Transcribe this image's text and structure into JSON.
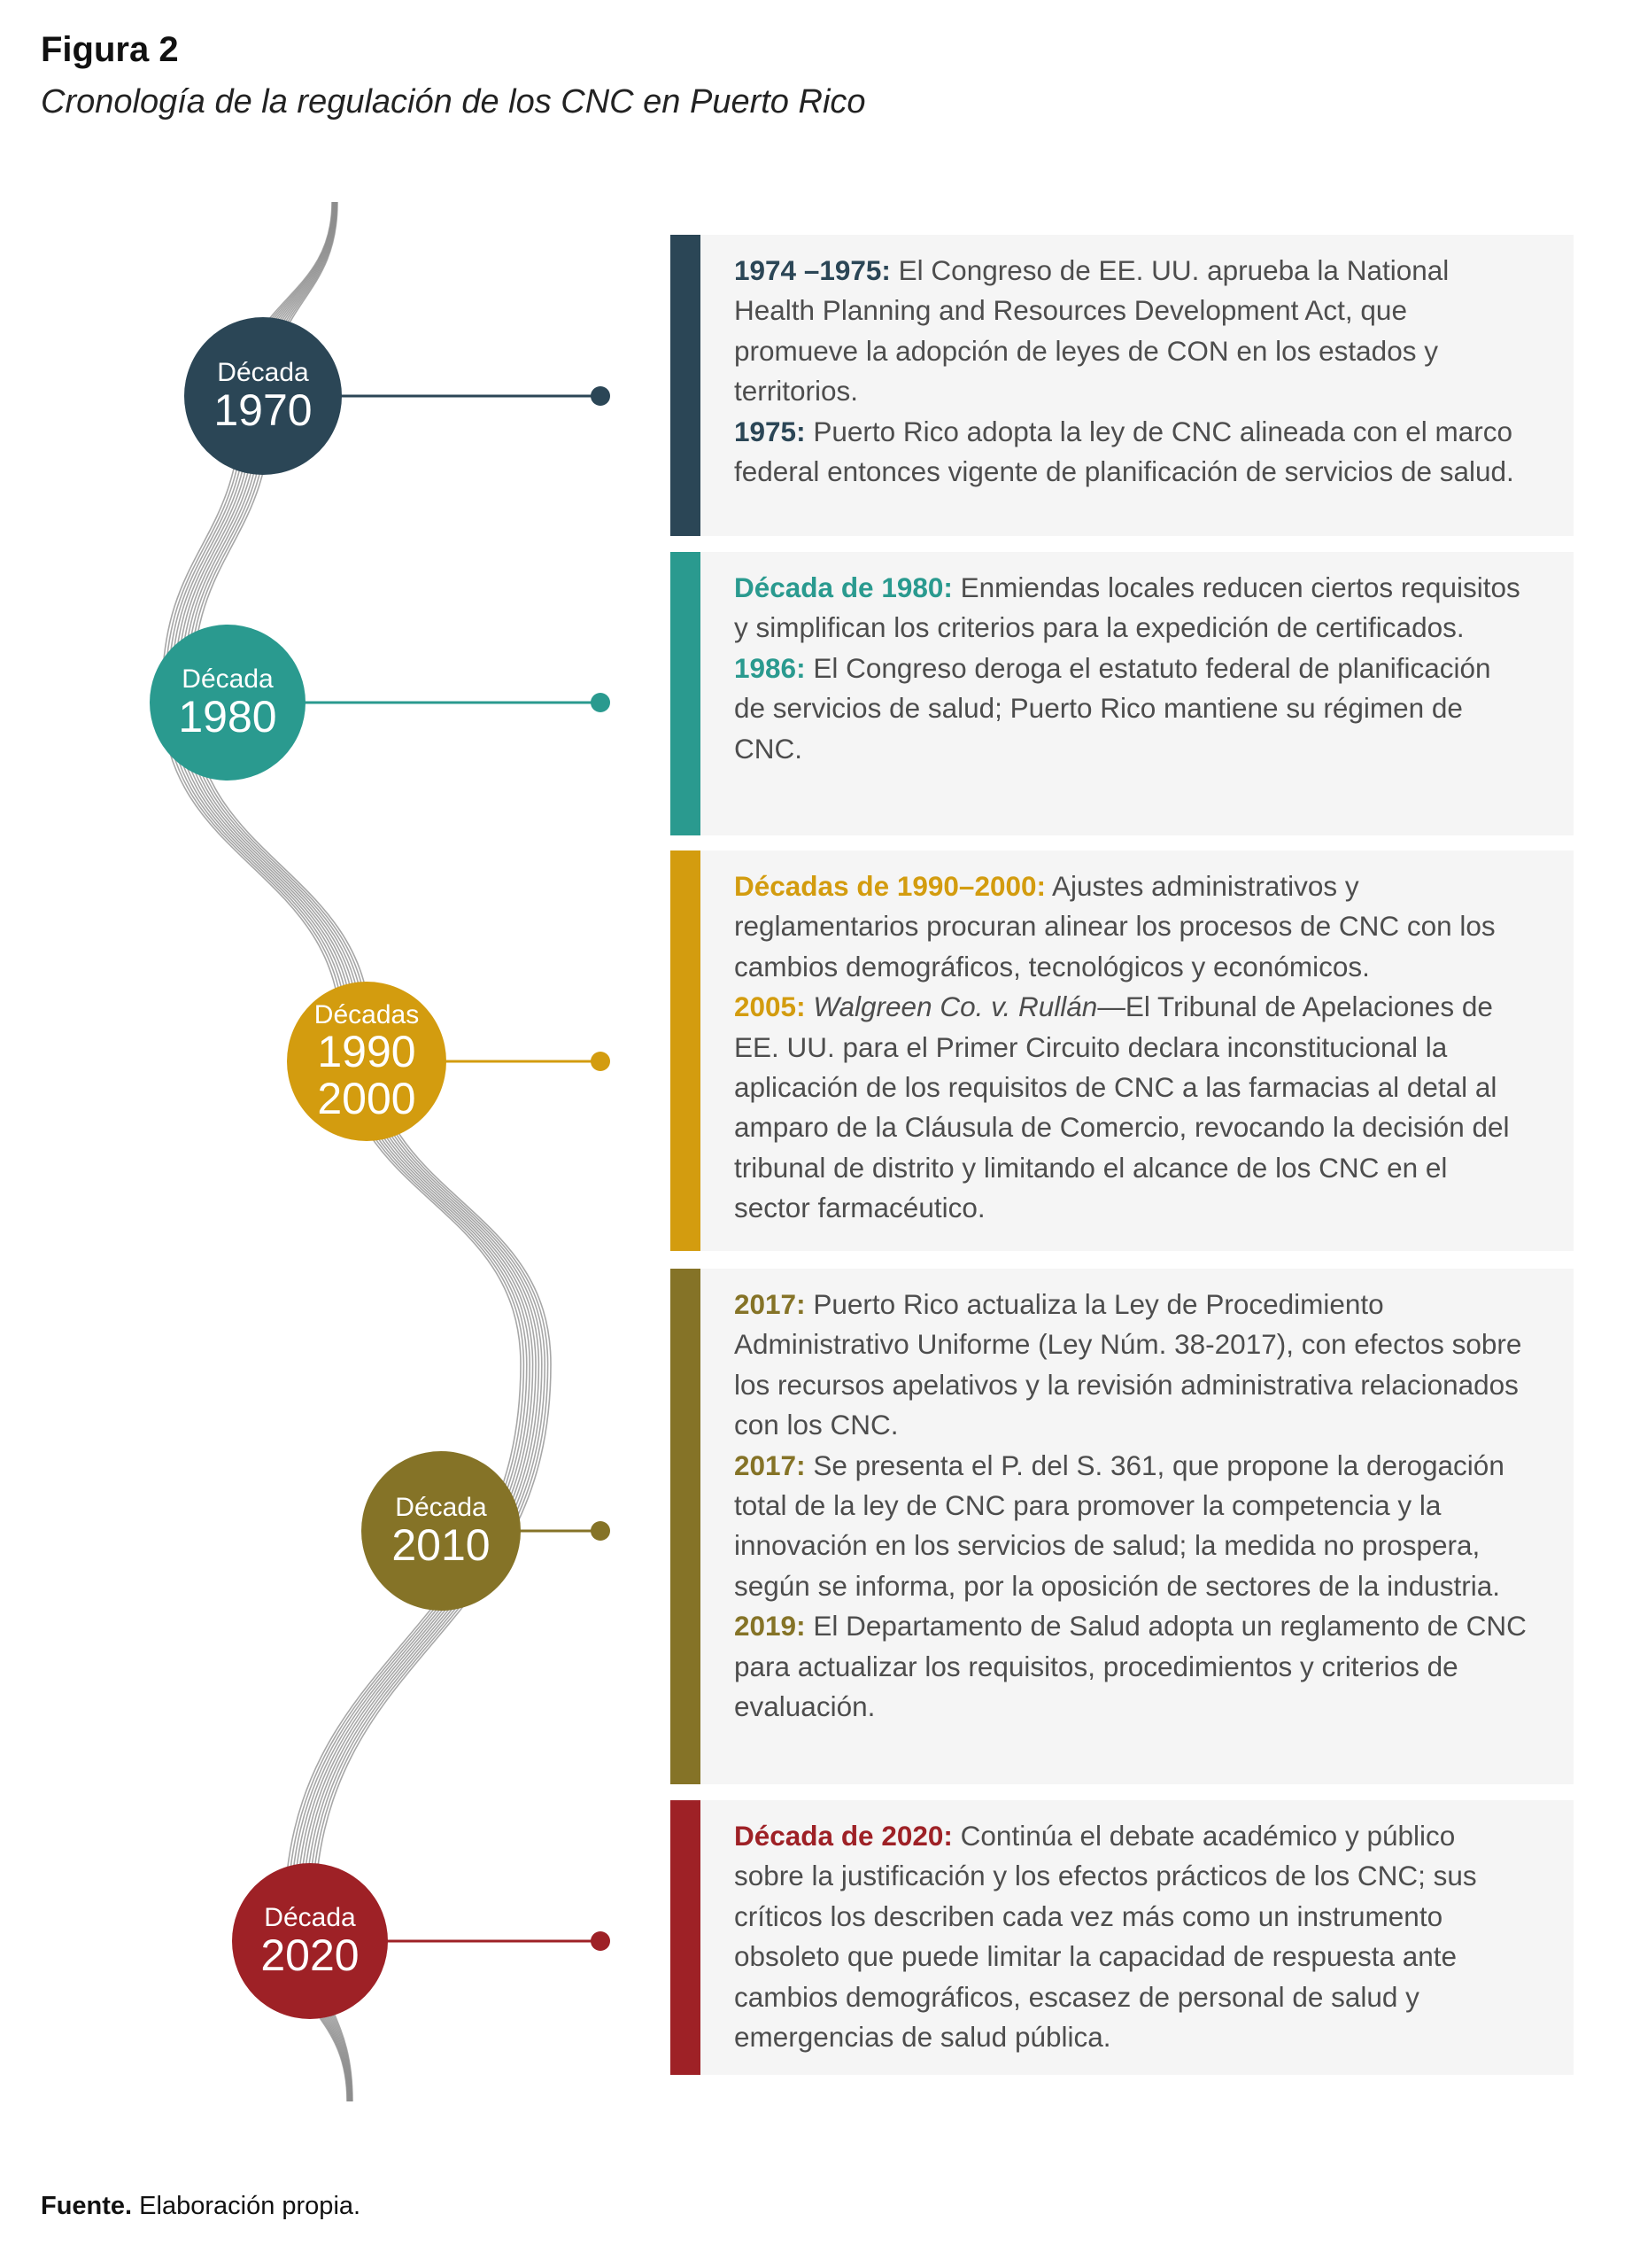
{
  "figure": {
    "title": "Figura 2",
    "subtitle": "Cronología de la regulación de los CNC en Puerto Rico"
  },
  "colors": {
    "d1970": "#2b4656",
    "d1980": "#2a9a8f",
    "d1990": "#d39c0f",
    "d2010": "#857327",
    "d2020": "#9e2126",
    "spine": "#8a8a8a",
    "panel_bg": "#f5f5f5",
    "body_text": "#4d4d4d"
  },
  "decades": [
    {
      "label": "Década",
      "year": "1970"
    },
    {
      "label": "Década",
      "year": "1980"
    },
    {
      "label": "Décadas",
      "year": "1990",
      "year2": "2000"
    },
    {
      "label": "Década",
      "year": "2010"
    },
    {
      "label": "Década",
      "year": "2020"
    }
  ],
  "panels": [
    {
      "entries": [
        {
          "key": "1974 –1975:",
          "text": " El Congreso de EE. UU. aprueba la National Health Planning and Resources Development Act, que promueve la adopción de leyes de CON en los estados y territorios."
        },
        {
          "key": "1975:",
          "text": " Puerto Rico adopta la ley de CNC alineada con el marco federal entonces vigente de planificación de servicios de salud."
        }
      ]
    },
    {
      "entries": [
        {
          "key": "Década de 1980:",
          "text": " Enmiendas locales reducen ciertos requisitos y simplifican los criterios para la expedición de certificados."
        },
        {
          "key": "1986:",
          "text": " El Congreso deroga el estatuto federal de planificación de servicios de salud; Puerto Rico mantiene su régimen de CNC."
        }
      ]
    },
    {
      "entries": [
        {
          "key": "Décadas de 1990–2000:",
          "text": " Ajustes administrativos y reglamentarios procuran alinear los procesos de CNC con los cambios demográficos, tecnológicos y económicos."
        },
        {
          "key": "2005:",
          "case": "Walgreen Co. v. Rullán",
          "text": "—El Tribunal de Apelaciones de EE. UU. para el Primer Circuito declara inconstitucional la aplicación de los requisitos de CNC a las farmacias al detal al amparo de la Cláusula de Comercio, revocando la decisión del tribunal de distrito y limitando el alcance de los CNC en el sector farmacéutico."
        }
      ]
    },
    {
      "entries": [
        {
          "key": "2017:",
          "text": " Puerto Rico actualiza la Ley de Procedimiento Administrativo Uniforme (Ley Núm. 38-2017), con efectos sobre los recursos apelativos y la revisión administrativa relacionados con los CNC."
        },
        {
          "key": "2017:",
          "text": " Se presenta el P. del S. 361, que propone la derogación total de la ley de CNC para promover la competencia y la innovación en los servicios de salud; la medida no prospera, según se informa, por la oposición de sectores de la industria."
        },
        {
          "key": "2019:",
          "text": " El Departamento de Salud adopta un reglamento de CNC para actualizar los requisitos, procedimientos y criterios de evaluación."
        }
      ]
    },
    {
      "entries": [
        {
          "key": "Década de 2020:",
          "text": " Continúa el debate académico y público sobre la justificación y los efectos prácticos de los CNC; sus críticos los describen cada vez más como un instrumento obsoleto que puede limitar la capacidad de respuesta ante cambios demográficos, escasez de personal de salud y emergencias de salud pública."
        }
      ]
    }
  ],
  "source": {
    "label": "Fuente.",
    "text": " Elaboración propia."
  }
}
